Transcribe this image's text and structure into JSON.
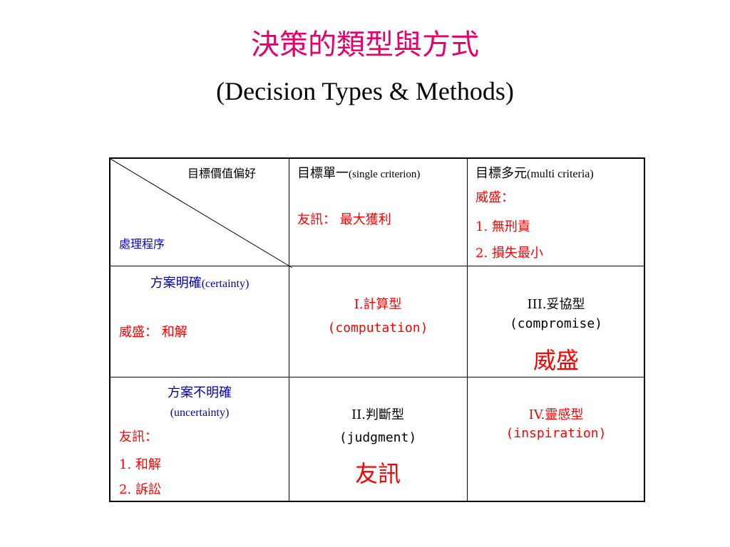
{
  "title": {
    "zh": "決策的類型與方式",
    "en": "(Decision Types & Methods)"
  },
  "colors": {
    "title": "#e6006e",
    "red": "#ff0000",
    "blue": "#0000cc",
    "black": "#000000"
  },
  "table": {
    "header": {
      "corner_top": "目標價值偏好",
      "corner_bottom": "處理程序",
      "col1": {
        "zh": "目標單一",
        "en": "(single criterion)",
        "note": "友訊： 最大獲利"
      },
      "col2": {
        "zh": "目標多元",
        "en": "(multi criteria)",
        "note_title": "威盛：",
        "items": [
          "1. 無刑責",
          "2. 損失最小"
        ]
      }
    },
    "row1": {
      "label_zh": "方案明確",
      "label_en": "(certainty)",
      "note": "威盛： 和解",
      "cell1": {
        "title": "I.計算型",
        "sub": "(computation)"
      },
      "cell2": {
        "title": "III.妥協型",
        "sub": "(compromise)",
        "company": "威盛"
      }
    },
    "row2": {
      "label_zh": "方案不明確",
      "label_en": "(uncertainty)",
      "note_title": "友訊：",
      "items": [
        "1. 和解",
        "2. 訴訟"
      ],
      "cell1": {
        "title": "II.判斷型",
        "sub": "(judgment)",
        "company": "友訊"
      },
      "cell2": {
        "title": "IV.靈感型",
        "sub": "(inspiration)"
      }
    }
  }
}
